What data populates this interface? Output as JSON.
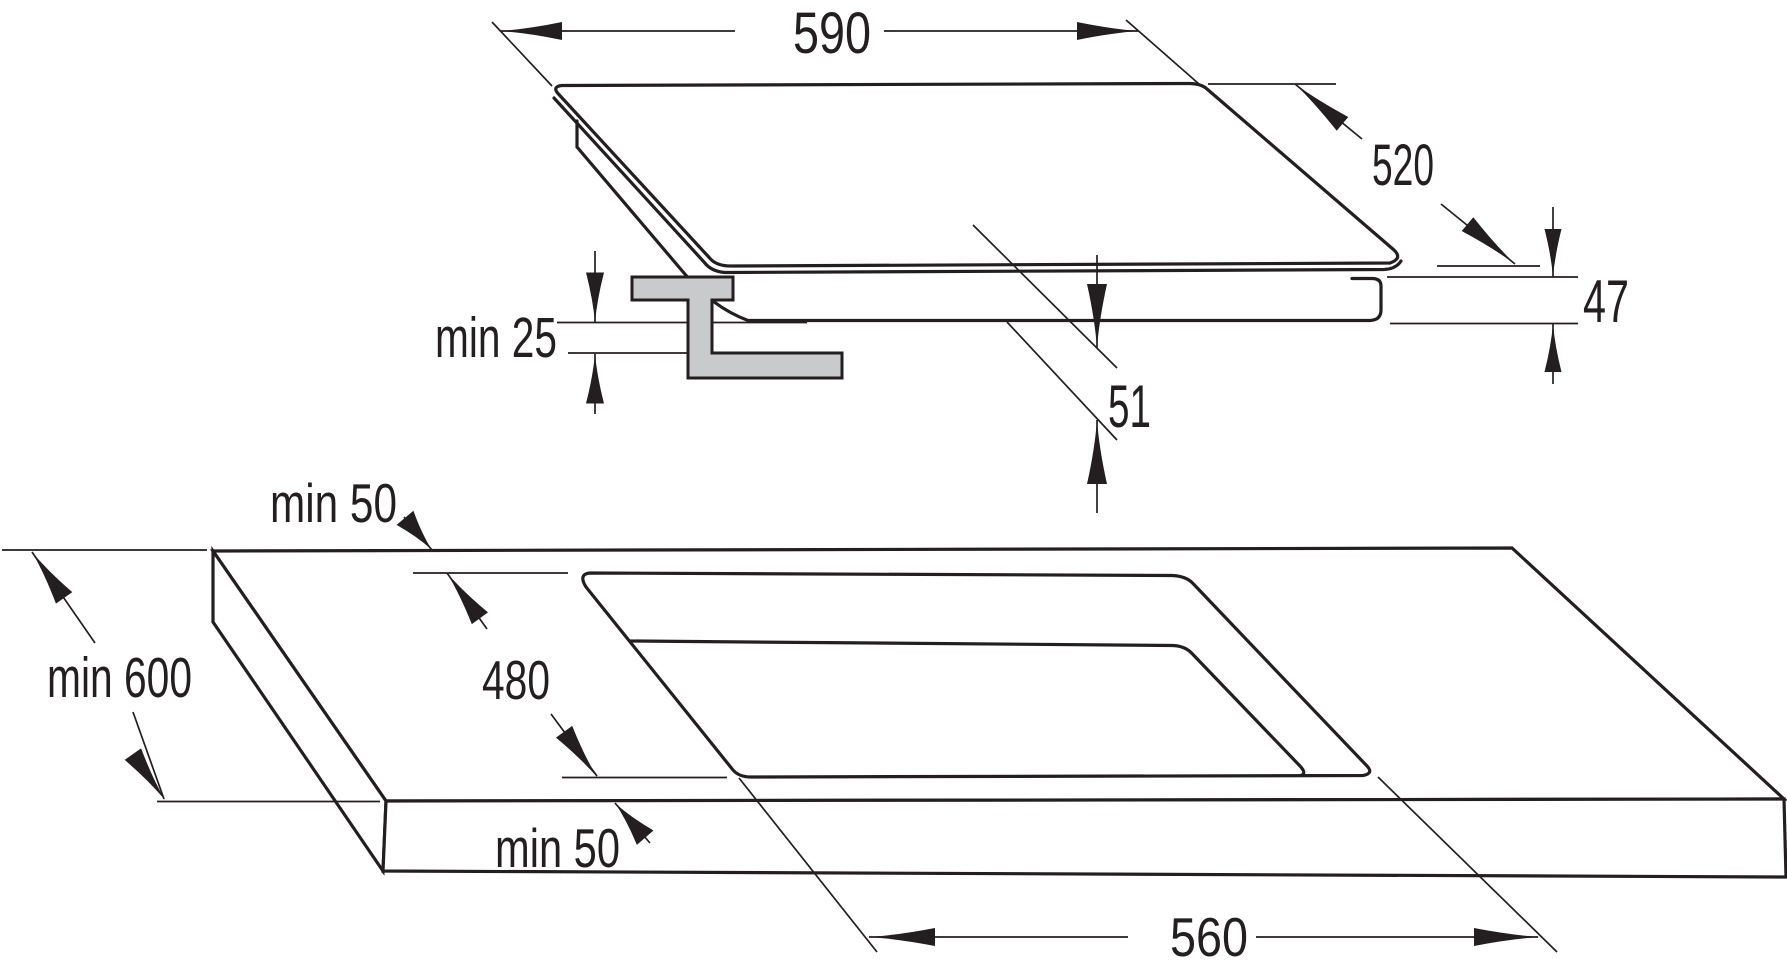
{
  "diagram": {
    "title": "built-in hob installation dimensions",
    "colors": {
      "line": "#231f20",
      "bracket_fill": "#c9cacb",
      "background": "#ffffff"
    },
    "hob_view": {
      "width_label": "590",
      "depth_label": "520",
      "height_label": "47",
      "total_depth_label": "51",
      "bracket_clearance_label": "min 25"
    },
    "worktop_view": {
      "side_clearance_label": "min 50",
      "worktop_depth_label": "min 600",
      "cutout_depth_label": "480",
      "front_clearance_label": "min 50",
      "cutout_width_label": "560"
    }
  }
}
